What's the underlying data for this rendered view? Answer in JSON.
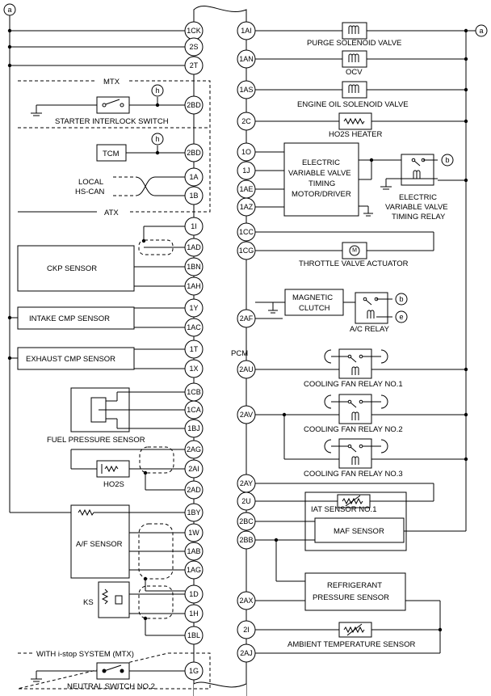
{
  "pcm": {
    "label": "PCM"
  },
  "connector": {
    "a": "a",
    "b": "b",
    "e": "e",
    "h": "h"
  },
  "groups": {
    "mtx": "MTX",
    "atx": "ATX",
    "istop": "WITH i-stop SYSTEM (MTX)"
  },
  "left_pins": {
    "p1CK": "1CK",
    "p2S": "2S",
    "p2T": "2T",
    "p2BD_mtx": "2BD",
    "p2BD_atx": "2BD",
    "p1A": "1A",
    "p1B": "1B",
    "p1I": "1I",
    "p1AD": "1AD",
    "p1BN": "1BN",
    "p1AH": "1AH",
    "p1Y": "1Y",
    "p1AC": "1AC",
    "p1T": "1T",
    "p1X": "1X",
    "p1CB": "1CB",
    "p1CA": "1CA",
    "p1BJ": "1BJ",
    "p2AG": "2AG",
    "p2AI": "2AI",
    "p2AD": "2AD",
    "p1BY": "1BY",
    "p1W": "1W",
    "p1AB": "1AB",
    "p1AG": "1AG",
    "p1D": "1D",
    "p1H": "1H",
    "p1BL": "1BL",
    "p1G": "1G"
  },
  "right_pins": {
    "p1AI": "1AI",
    "p1AN": "1AN",
    "p1AS": "1AS",
    "p2C": "2C",
    "p1O": "1O",
    "p1J": "1J",
    "p1AE": "1AE",
    "p1AZ": "1AZ",
    "p1CC": "1CC",
    "p1CG": "1CG",
    "p2AF": "2AF",
    "p2AU": "2AU",
    "p2AV": "2AV",
    "p2AY": "2AY",
    "p2U": "2U",
    "p2BC": "2BC",
    "p2BB": "2BB",
    "p2AX": "2AX",
    "p2I": "2I",
    "p2AJ": "2AJ"
  },
  "components": {
    "starter_interlock": "STARTER INTERLOCK SWITCH",
    "tcm": "TCM",
    "local_hscan_1": "LOCAL",
    "local_hscan_2": "HS-CAN",
    "ckp": "CKP SENSOR",
    "intake_cmp": "INTAKE CMP SENSOR",
    "exhaust_cmp": "EXHAUST CMP SENSOR",
    "fuel_pressure": "FUEL PRESSURE SENSOR",
    "ho2s": "HO2S",
    "af_sensor": "A/F SENSOR",
    "ks": "KS",
    "neutral_switch": "NEUTRAL SWITCH NO.2",
    "purge": "PURGE SOLENOID VALVE",
    "ocv": "OCV",
    "oil_solenoid": "ENGINE OIL SOLENOID VALVE",
    "ho2s_heater": "HO2S HEATER",
    "evvt_1": "ELECTRIC",
    "evvt_2": "VARIABLE VALVE",
    "evvt_3": "TIMING",
    "evvt_4": "MOTOR/DRIVER",
    "evvt_relay_1": "ELECTRIC",
    "evvt_relay_2": "VARIABLE VALVE",
    "evvt_relay_3": "TIMING RELAY",
    "throttle": "THROTTLE VALVE ACTUATOR",
    "mag_clutch_1": "MAGNETIC",
    "mag_clutch_2": "CLUTCH",
    "ac_relay": "A/C RELAY",
    "fan1": "COOLING FAN RELAY NO.1",
    "fan2": "COOLING FAN RELAY NO.2",
    "fan3": "COOLING FAN RELAY NO.3",
    "iat": "IAT SENSOR NO.1",
    "maf": "MAF SENSOR",
    "refrig_1": "REFRIGERANT",
    "refrig_2": "PRESSURE SENSOR",
    "ambient": "AMBIENT TEMPERATURE SENSOR"
  }
}
